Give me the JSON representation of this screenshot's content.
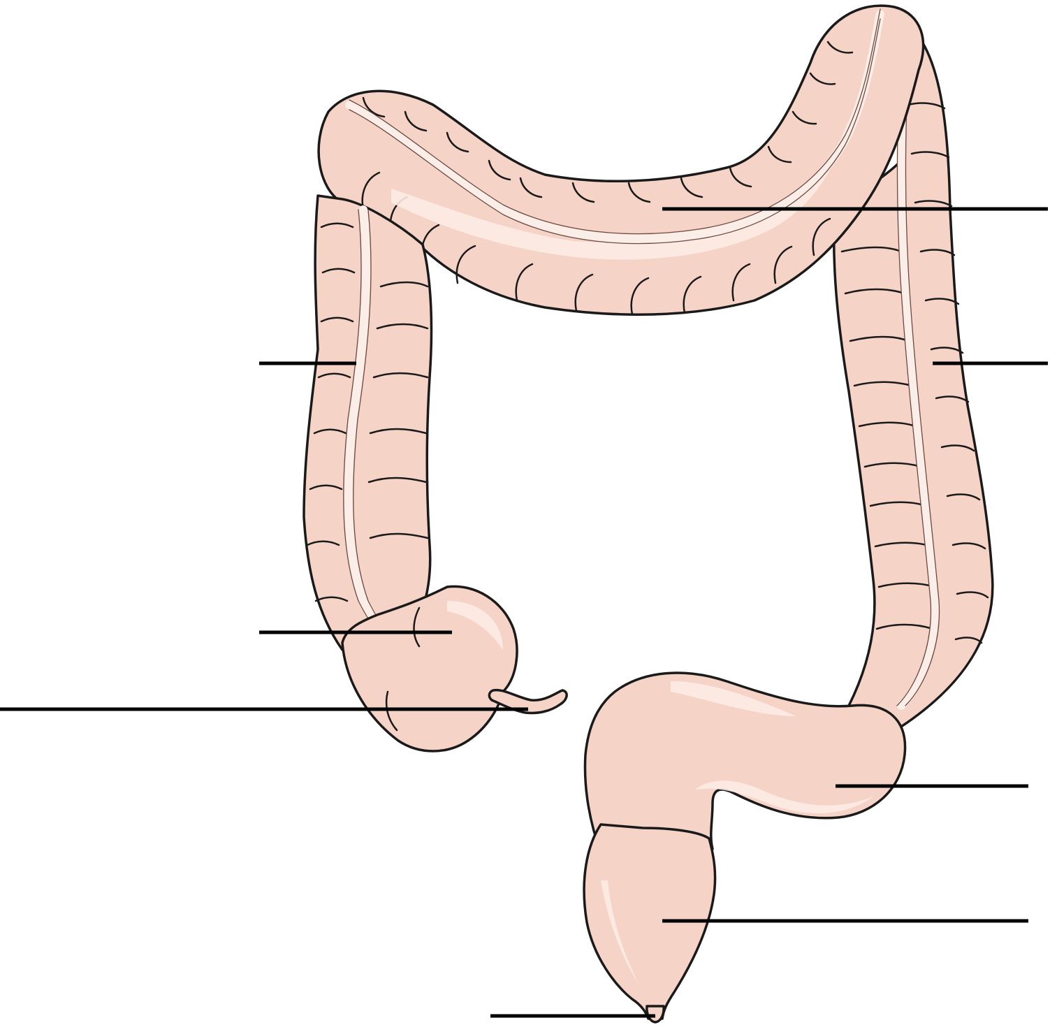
{
  "diagram": {
    "colors": {
      "tissue": "#f6d3c7",
      "tissue_shadow": "#eebbab",
      "tissue_highlight": "#fcebe4",
      "outline": "#1a1a1a",
      "leader_line": "#000000",
      "background": "#ffffff"
    },
    "parts": [
      "ascending-colon",
      "cecum",
      "appendix",
      "transverse-colon",
      "descending-colon",
      "sigmoid-colon",
      "rectum",
      "anal-canal"
    ],
    "label_lines": [
      {
        "name": "transverse-colon-leader",
        "side": "right"
      },
      {
        "name": "ascending-colon-leader",
        "side": "left"
      },
      {
        "name": "descending-colon-leader",
        "side": "right"
      },
      {
        "name": "cecum-leader",
        "side": "left"
      },
      {
        "name": "appendix-leader",
        "side": "left"
      },
      {
        "name": "sigmoid-colon-leader",
        "side": "right"
      },
      {
        "name": "rectum-leader",
        "side": "right"
      },
      {
        "name": "anal-canal-leader",
        "side": "left"
      }
    ]
  }
}
